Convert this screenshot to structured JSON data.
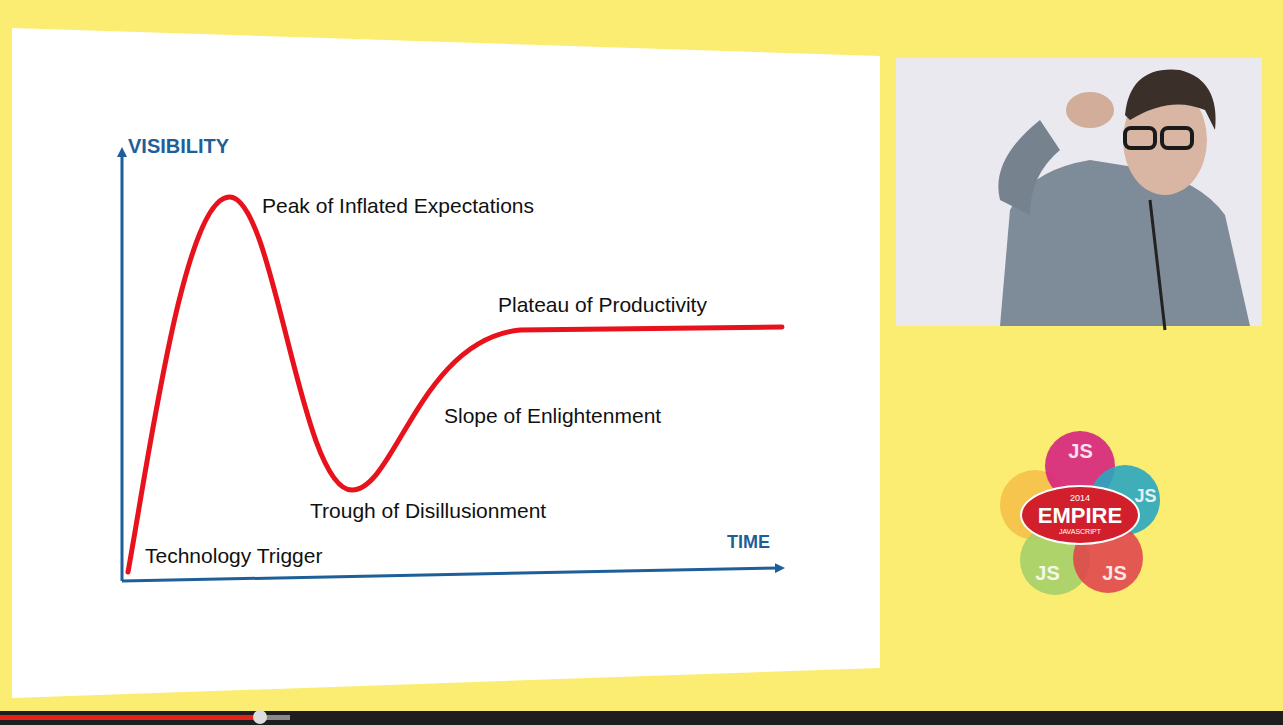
{
  "diagram": {
    "nodes": [
      {
        "text": [
          "JS"
        ]
      },
      {
        "text": [
          "JS"
        ]
      },
      {
        "text": [
          "2014",
          "EMPIRE",
          "JAVASCRIPT"
        ]
      },
      {
        "text": [
          "JS"
        ]
      },
      {
        "text": [
          "JS"
        ]
      }
    ],
    "labels": [
      "VISIBILITY",
      "TIME",
      "Peak of Inflated Expectations",
      "Plateau of Productivity",
      "Slope of Enlightenment",
      "Trough of Disillusionment",
      "Technology Trigger"
    ]
  }
}
